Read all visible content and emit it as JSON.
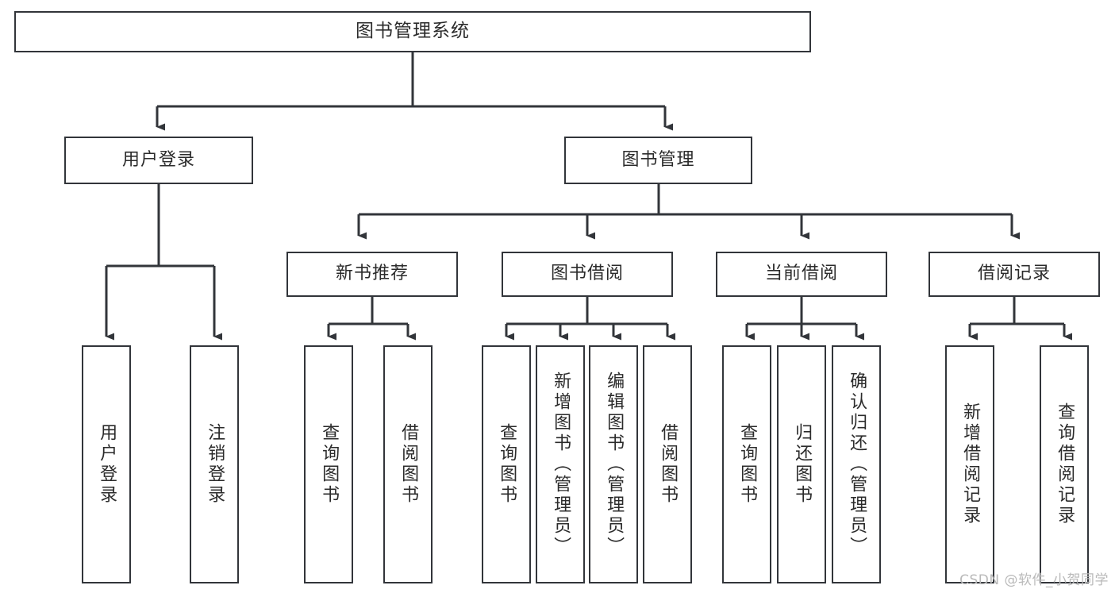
{
  "diagram": {
    "title": "图书管理系统",
    "background": "#ffffff",
    "stroke_color": "#32353a",
    "text_color": "#2b2b2b",
    "root": {
      "label": "图书管理系统"
    },
    "level2": [
      {
        "label": "用户登录"
      },
      {
        "label": "图书管理"
      }
    ],
    "level3": [
      {
        "label": "新书推荐"
      },
      {
        "label": "图书借阅"
      },
      {
        "label": "当前借阅"
      },
      {
        "label": "借阅记录"
      }
    ],
    "leaves": {
      "user_login": [
        {
          "label": "用户登录"
        },
        {
          "label": "注销登录"
        }
      ],
      "new_book_recommend": [
        {
          "label": "查询图书"
        },
        {
          "label": "借阅图书"
        }
      ],
      "book_borrow": [
        {
          "label": "查询图书"
        },
        {
          "label": "新增图书（管理员）"
        },
        {
          "label": "编辑图书（管理员）"
        },
        {
          "label": "借阅图书"
        }
      ],
      "current_borrow": [
        {
          "label": "查询图书"
        },
        {
          "label": "归还图书"
        },
        {
          "label": "确认归还（管理员）"
        }
      ],
      "borrow_record": [
        {
          "label": "新增借阅记录"
        },
        {
          "label": "查询借阅记录"
        }
      ]
    }
  },
  "watermark": {
    "text": "CSDN @软件_小贺同学"
  }
}
